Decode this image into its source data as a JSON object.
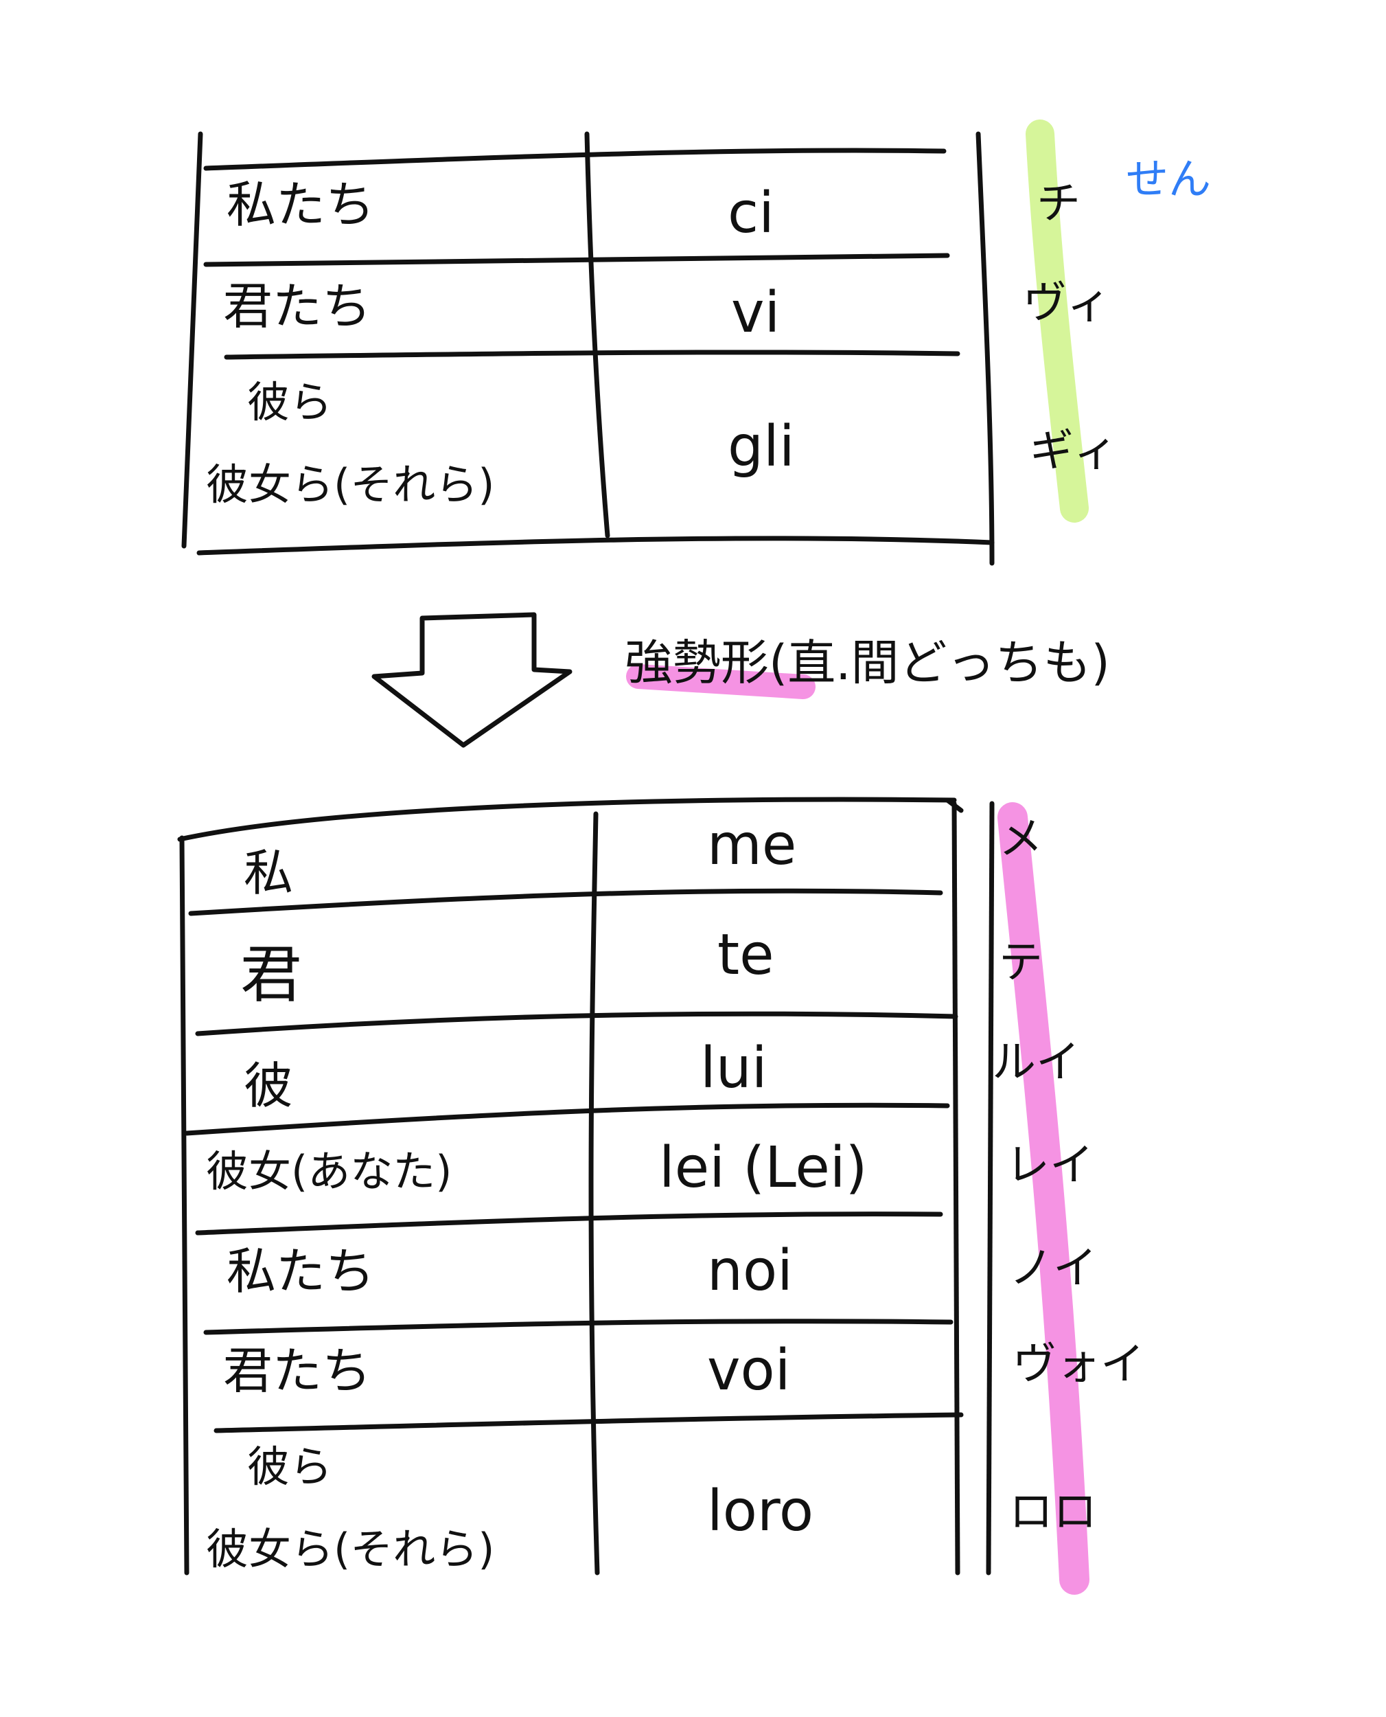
{
  "top_table": {
    "rows": [
      {
        "jp": "私たち",
        "it": "ci",
        "kana": "チ"
      },
      {
        "jp": "君たち",
        "it": "vi",
        "kana": "ヴィ"
      },
      {
        "jp_line1": "彼ら",
        "jp_line2": "彼女ら(それら)",
        "it": "gli",
        "kana": "ギィ"
      }
    ],
    "blue_note": "せん"
  },
  "arrow_note": {
    "highlighted": "強勢",
    "rest": "形(直.間どっちも)"
  },
  "bottom_table": {
    "rows": [
      {
        "jp": "私",
        "it": "me",
        "kana": "メ"
      },
      {
        "jp": "君",
        "it": "te",
        "kana": "テ"
      },
      {
        "jp": "彼",
        "it": "lui",
        "kana": "ルイ"
      },
      {
        "jp": "彼女(あなた)",
        "it": "lei (Lei)",
        "kana": "レイ"
      },
      {
        "jp": "私たち",
        "it": "noi",
        "kana": "ノイ"
      },
      {
        "jp": "君たち",
        "it": "voi",
        "kana": "ヴォイ"
      },
      {
        "jp_line1": "彼ら",
        "jp_line2": "彼女ら(それら)",
        "it": "loro",
        "kana": "ロロ"
      }
    ]
  },
  "colors": {
    "ink": "#111111",
    "highlight_green": "#d6f59a",
    "highlight_pink": "#f593e3",
    "note_blue": "#2f7df6"
  }
}
